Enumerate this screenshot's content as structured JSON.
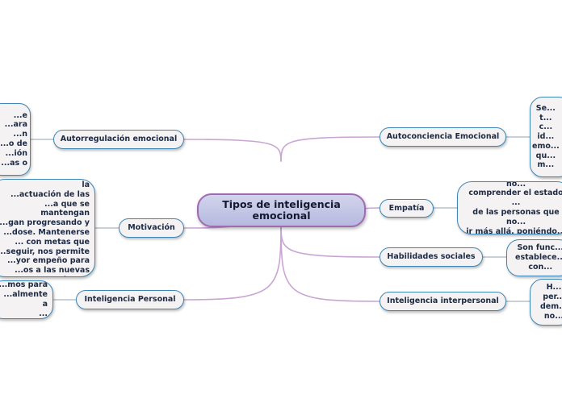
{
  "central": {
    "title": "Tipos de inteligencia emocional"
  },
  "colors": {
    "trunk": "#c9a5d4",
    "leaf_link": "#b8c0cc",
    "node_border": "#3d86b5",
    "central_border": "#a06ab3"
  },
  "branches": {
    "autorregulacion": {
      "label": "Autorregulación emocional",
      "detail": "...e\n...ara\n...n\n...o de\n...ión\n...as o"
    },
    "motivacion": {
      "label": "Motivación",
      "detail": "...fundamental para la\n...actuación de las\n...a que se mantengan\n...gan progresando y\n...dose. Mantenerse\n... con metas que\n...seguir, nos permite\n...yor empeño para\n...os a las nuevas\n...uaciones."
    },
    "personal": {
      "label": "Inteligencia Personal",
      "detail": "...mos para\n...almente a\n..."
    },
    "autoconciencia": {
      "label": "Autoconciencia Emocional",
      "detail": "Se...\nt...\nc...\nid...\nemo...\nqu...\nm..."
    },
    "empatia": {
      "label": "Empatía",
      "detail": "Es la capacidad que no...\ncomprender el estado ...\nde las personas que no...\nir más allá, poniéndo...\nlugar."
    },
    "habilidades": {
      "label": "Habilidades sociales",
      "detail": "Son func...\nestablece...\ncon..."
    },
    "interpersonal": {
      "label": "Inteligencia interpersonal",
      "detail": "H...\nper...\ndem...\nno..."
    }
  }
}
